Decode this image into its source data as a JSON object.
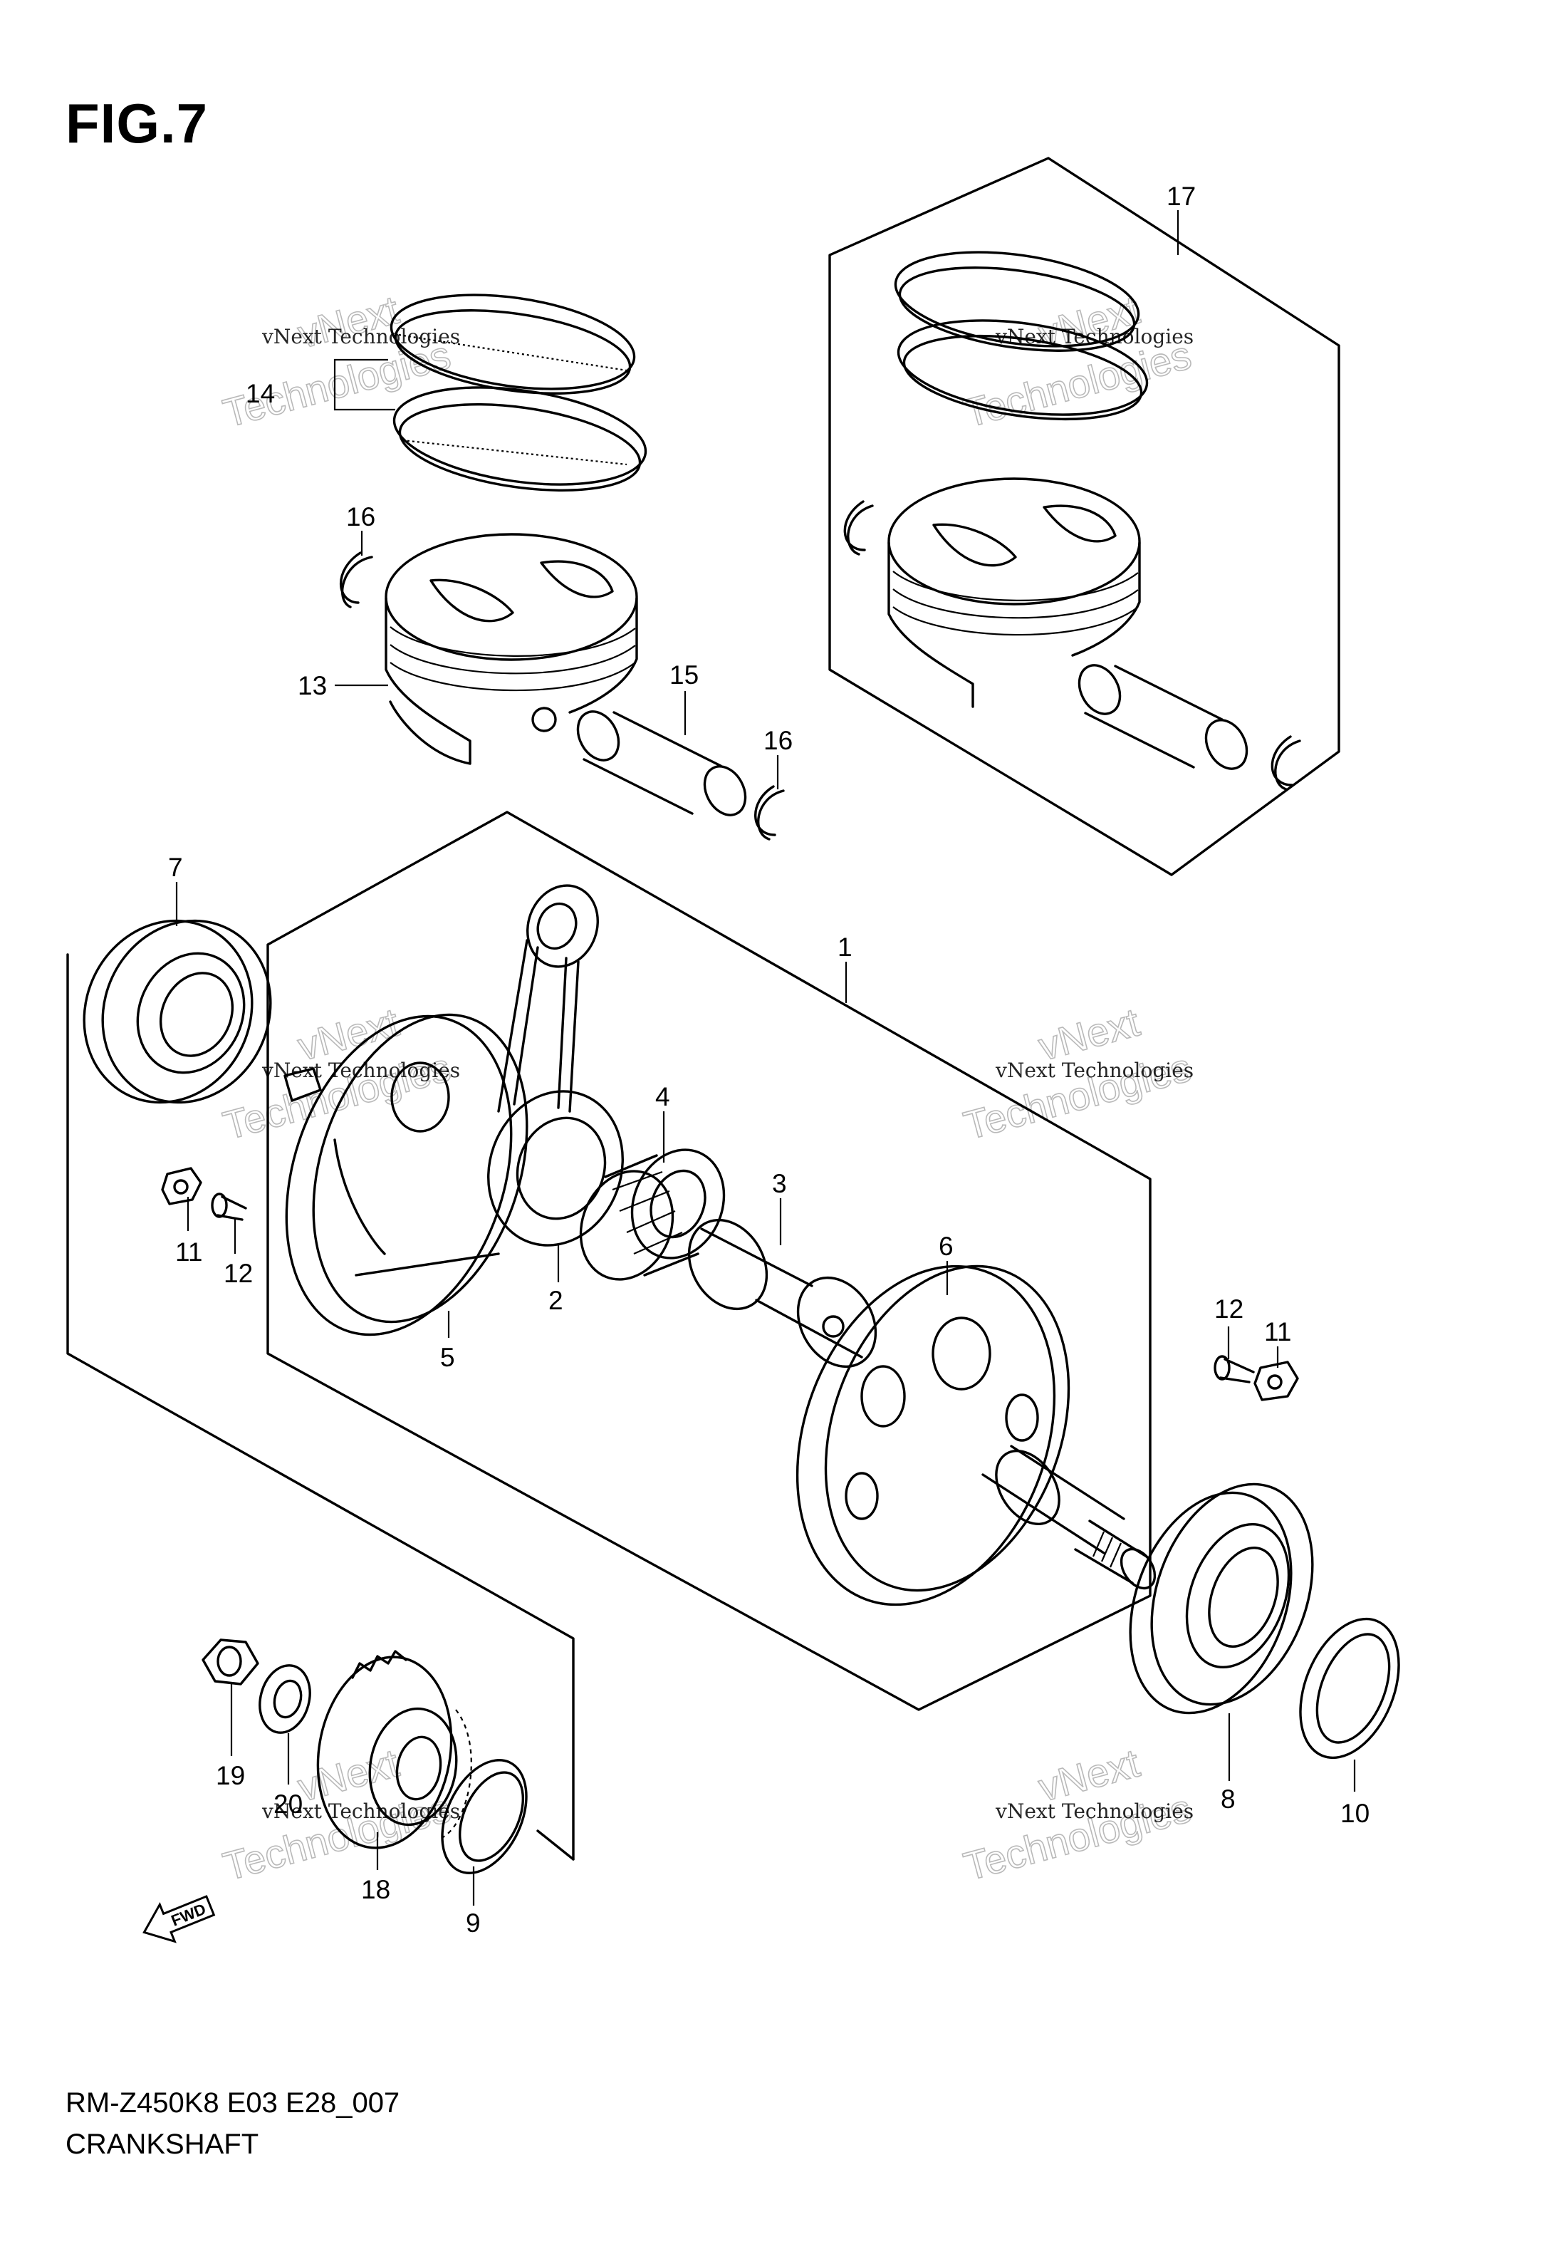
{
  "figure": {
    "title": "FIG.7",
    "model_code": "RM-Z450K8 E03 E28_007",
    "section_name": "CRANKSHAFT"
  },
  "callouts": {
    "c1": "1",
    "c2": "2",
    "c3": "3",
    "c4": "4",
    "c5": "5",
    "c6": "6",
    "c7": "7",
    "c8": "8",
    "c9": "9",
    "c10": "10",
    "c11a": "11",
    "c11b": "11",
    "c12a": "12",
    "c12b": "12",
    "c13": "13",
    "c14": "14",
    "c15": "15",
    "c16a": "16",
    "c16b": "16",
    "c17": "17",
    "c18": "18",
    "c19": "19",
    "c20": "20"
  },
  "fwd_label": "FWD",
  "watermark": {
    "line1": "vNext Technologies",
    "line2": "vNext",
    "line3": "Technologies"
  }
}
